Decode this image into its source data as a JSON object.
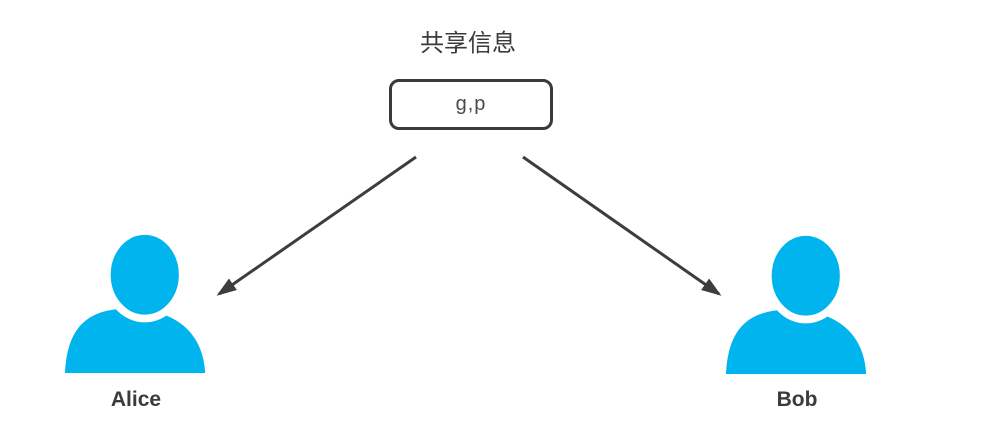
{
  "title": {
    "text": "共享信息"
  },
  "shared_box": {
    "value": "g,p"
  },
  "actors": [
    {
      "name": "Alice"
    },
    {
      "name": "Bob"
    }
  ],
  "icons": {
    "alice": "person-icon",
    "bob": "person-icon"
  },
  "colors": {
    "person-fill": "#00B4EE",
    "arrow-stroke": "#3d3d3d",
    "box-border": "#3a3a3a",
    "box-text": "#4a4a4a",
    "title-text": "#3a3a3a",
    "label-text": "#3b3b3b"
  }
}
